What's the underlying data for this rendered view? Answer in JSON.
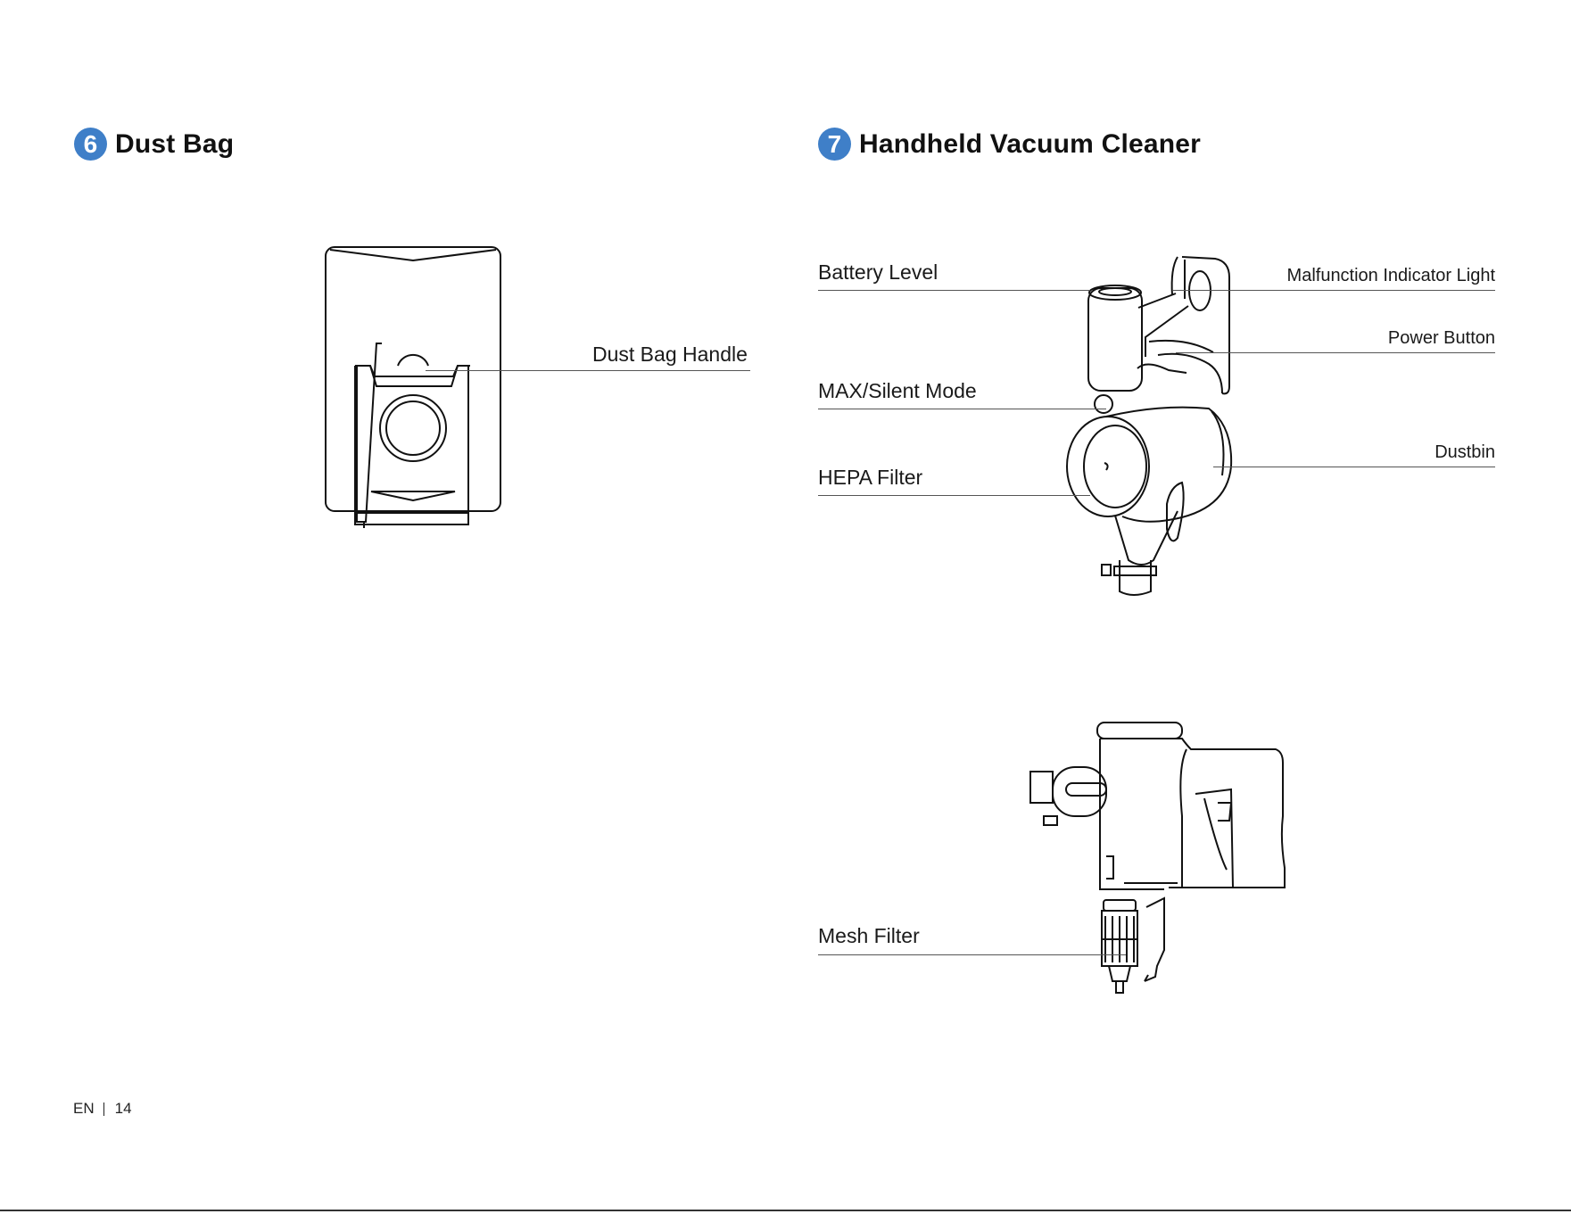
{
  "sections": {
    "dust_bag": {
      "number": "6",
      "title": "Dust Bag"
    },
    "handheld": {
      "number": "7",
      "title": "Handheld Vacuum Cleaner"
    }
  },
  "labels": {
    "dust_bag_handle": "Dust Bag Handle",
    "battery_level": "Battery Level",
    "max_silent_mode": "MAX/Silent Mode",
    "hepa_filter": "HEPA Filter",
    "malfunction_indicator_light": "Malfunction Indicator Light",
    "power_button": "Power Button",
    "dustbin": "Dustbin",
    "mesh_filter": "Mesh Filter"
  },
  "footer": {
    "lang": "EN",
    "page": "14"
  },
  "colors": {
    "accent": "#3f7fc8"
  },
  "icons": [
    "dust-bag-illustration",
    "handheld-vacuum-illustration",
    "vacuum-side-illustration",
    "mesh-filter-illustration"
  ]
}
